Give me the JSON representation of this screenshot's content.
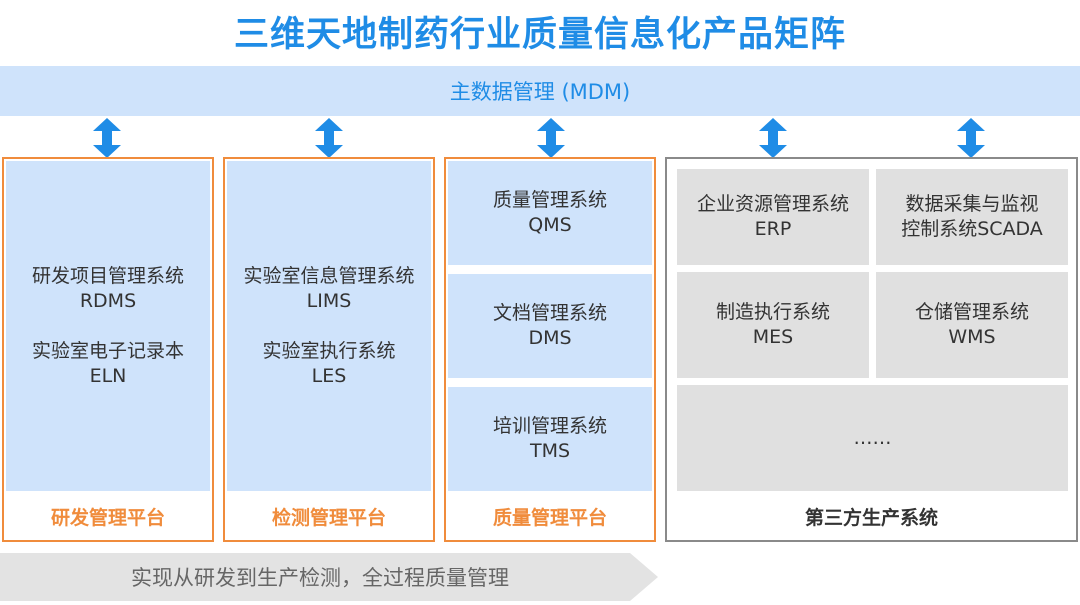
{
  "title": "三维天地制药行业质量信息化产品矩阵",
  "mdm": "主数据管理 (MDM)",
  "colors": {
    "blue": "#1f8ce6",
    "light_blue": "#cfe3fb",
    "orange": "#f08c3c",
    "gray": "#e0e0e0"
  },
  "rd_platform": {
    "label": "研发管理平台",
    "items": [
      {
        "name": "研发项目管理系统",
        "code": "RDMS"
      },
      {
        "name": "实验室电子记录本",
        "code": "ELN"
      }
    ]
  },
  "test_platform": {
    "label": "检测管理平台",
    "items": [
      {
        "name": "实验室信息管理系统",
        "code": "LIMS"
      },
      {
        "name": "实验室执行系统",
        "code": "LES"
      }
    ]
  },
  "quality_platform": {
    "label": "质量管理平台",
    "items": [
      {
        "name": "质量管理系统",
        "code": "QMS"
      },
      {
        "name": "文档管理系统",
        "code": "DMS"
      },
      {
        "name": "培训管理系统",
        "code": "TMS"
      }
    ]
  },
  "third_party": {
    "label": "第三方生产系统",
    "items": [
      {
        "name": "企业资源管理系统",
        "code": "ERP"
      },
      {
        "name": "数据采集与监视",
        "code": "控制系统SCADA"
      },
      {
        "name": "制造执行系统",
        "code": "MES"
      },
      {
        "name": "仓储管理系统",
        "code": "WMS"
      }
    ],
    "more": "……"
  },
  "bottom_banner": "实现从研发到生产检测，全过程质量管理"
}
